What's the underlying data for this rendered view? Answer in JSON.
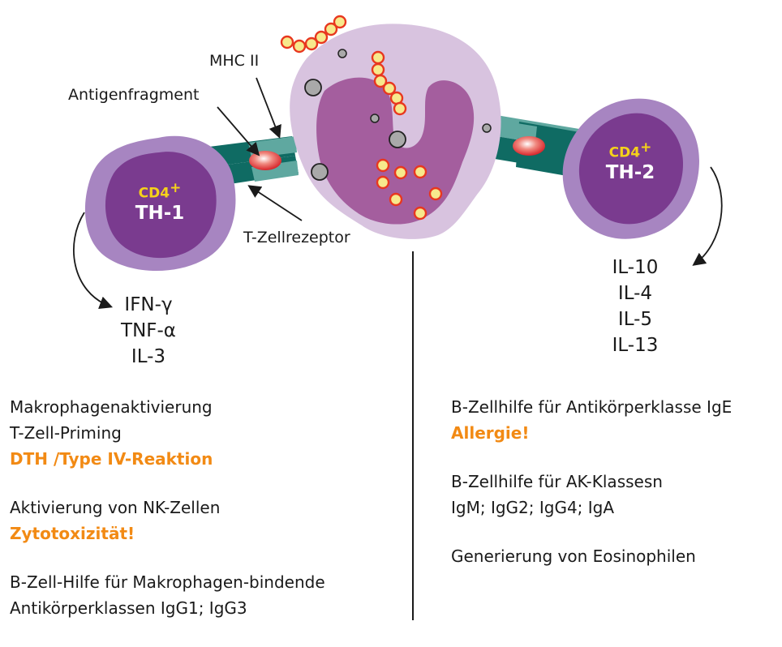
{
  "diagram": {
    "labels": {
      "mhc2": "MHC II",
      "antigen_fragment": "Antigenfragment",
      "tcr": "T-Zellrezeptor"
    },
    "th1": {
      "cd4": "CD4",
      "cd4_sup": "+",
      "name": "TH-1",
      "cytokines": [
        "IFN-γ",
        "TNF-α",
        "IL-3"
      ],
      "functions": [
        {
          "text": "Makrophagenaktivierung",
          "highlight": false
        },
        {
          "text": "T-Zell-Priming",
          "highlight": false
        },
        {
          "text": "DTH /Type IV-Reaktion",
          "highlight": true
        },
        {
          "text": "",
          "highlight": false
        },
        {
          "text": "Aktivierung von NK-Zellen",
          "highlight": false
        },
        {
          "text": "Zytotoxizität!",
          "highlight": true
        },
        {
          "text": "",
          "highlight": false
        },
        {
          "text": "B-Zell-Hilfe für Makrophagen-bindende",
          "highlight": false
        },
        {
          "text": "Antikörperklassen IgG1; IgG3",
          "highlight": false
        }
      ]
    },
    "th2": {
      "cd4": "CD4",
      "cd4_sup": "+",
      "name": "TH-2",
      "cytokines": [
        "IL-10",
        "IL-4",
        "IL-5",
        "IL-13"
      ],
      "functions": [
        {
          "text": "B-Zellhilfe für Antikörperklasse IgE",
          "highlight": false
        },
        {
          "text": "Allergie!",
          "highlight": true
        },
        {
          "text": "",
          "highlight": false
        },
        {
          "text": "B-Zellhilfe für AK-Klassesn",
          "highlight": false
        },
        {
          "text": "IgM; IgG2; IgG4; IgA",
          "highlight": false
        },
        {
          "text": "",
          "highlight": false
        },
        {
          "text": "Generierung von Eosinophilen",
          "highlight": false
        }
      ]
    },
    "colors": {
      "highlight": "#f28a14",
      "th_cell_outer": "#a785c1",
      "th_cell_nucleus": "#7a3b8f",
      "apc_cytoplasm": "#d8c3df",
      "apc_nucleus": "#a45e9e",
      "receptor_teal": "#0f6b63",
      "receptor_light": "#5fa8a0",
      "antigen_bead": "#f7e98c",
      "antigen_bead_ring": "#e8371f",
      "cd4_label": "#f5d21a"
    }
  }
}
